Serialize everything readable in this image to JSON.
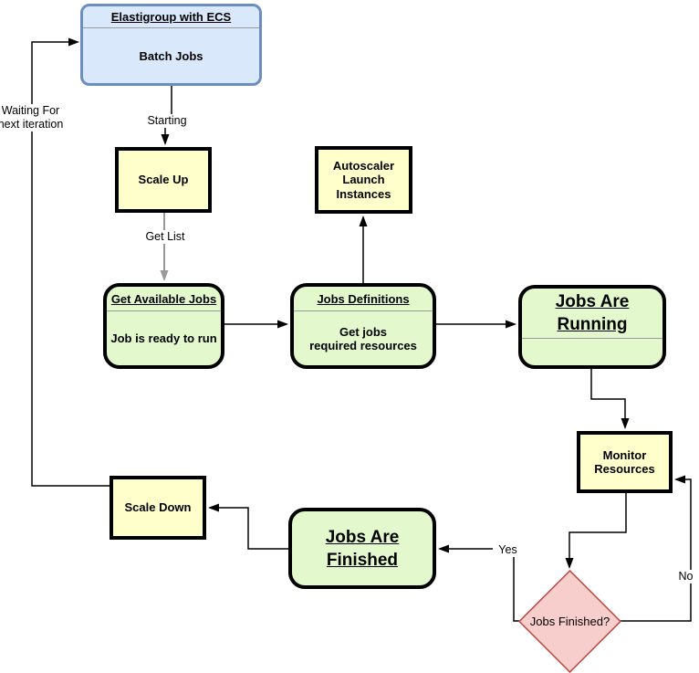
{
  "nodes": {
    "elastigroup": {
      "title": "Elastigroup with ECS",
      "body": "Batch Jobs"
    },
    "scale_up": {
      "label": "Scale Up"
    },
    "autoscaler": {
      "lines": [
        "Autoscaler",
        "Launch",
        "Instances"
      ]
    },
    "get_available_jobs": {
      "title": "Get Available Jobs",
      "body": "Job is ready to run"
    },
    "jobs_definitions": {
      "title": "Jobs Definitions",
      "body_lines": [
        "Get jobs",
        "required resources"
      ]
    },
    "jobs_are_running": {
      "title_lines": [
        "Jobs Are",
        "Running"
      ]
    },
    "monitor_resources": {
      "lines": [
        "Monitor",
        "Resources"
      ]
    },
    "jobs_finished_decision": {
      "label": "Jobs Finished?"
    },
    "jobs_are_finished": {
      "title_lines": [
        "Jobs Are",
        "Finished"
      ]
    },
    "scale_down": {
      "label": "Scale Down"
    }
  },
  "edge_labels": {
    "starting": "Starting",
    "get_list": "Get List",
    "waiting_lines": [
      "Waiting For",
      "next iteration"
    ],
    "yes": "Yes",
    "no": "No"
  },
  "colors": {
    "start_fill": "#dae8fc",
    "start_border": "#6c8ebf",
    "process_fill": "#ffffcc",
    "process_border": "#000000",
    "state_fill": "#e3f9cd",
    "state_border": "#000000",
    "decision_fill": "#f8cecc",
    "decision_border": "#b85450",
    "connector": "#000000",
    "connector_gray": "#999999",
    "divider": "#9a9a9a"
  }
}
